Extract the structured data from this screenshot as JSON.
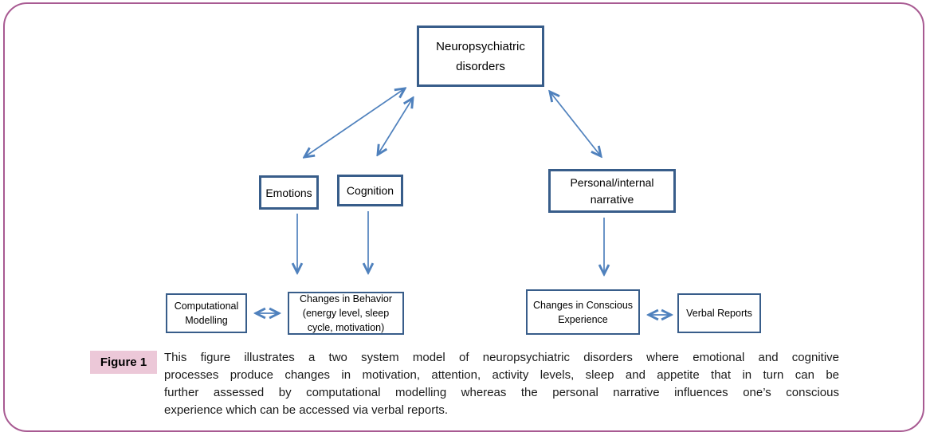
{
  "figure": {
    "label": "Figure 1",
    "caption_lines": [
      "This figure illustrates a two system model of neuropsychiatric disorders where emotional and cognitive",
      "processes produce changes in motivation, attention, activity levels, sleep and appetite that in turn can be",
      "further assessed by computational modelling whereas the personal narrative influences one’s conscious",
      "experience which can be accessed via verbal reports."
    ]
  },
  "diagram": {
    "nodes": {
      "neuropsychiatric": {
        "text": "Neuropsychiatric\ndisorders"
      },
      "emotions": {
        "text": "Emotions"
      },
      "cognition": {
        "text": "Cognition"
      },
      "personal_narrative": {
        "text": "Personal/internal\nnarrative"
      },
      "computational_modelling": {
        "text": "Computational\nModelling"
      },
      "changes_behavior": {
        "text": "Changes in Behavior\n(energy level, sleep\ncycle, motivation)"
      },
      "changes_conscious": {
        "text": "Changes in Conscious\nExperience"
      },
      "verbal_reports": {
        "text": "Verbal Reports"
      }
    },
    "edges": [
      {
        "from": "neuropsychiatric",
        "to": "emotions",
        "bidirectional": true
      },
      {
        "from": "neuropsychiatric",
        "to": "cognition",
        "bidirectional": true
      },
      {
        "from": "neuropsychiatric",
        "to": "personal_narrative",
        "bidirectional": true
      },
      {
        "from": "emotions",
        "to": "changes_behavior",
        "bidirectional": false
      },
      {
        "from": "cognition",
        "to": "changes_behavior",
        "bidirectional": false
      },
      {
        "from": "personal_narrative",
        "to": "changes_conscious",
        "bidirectional": false
      },
      {
        "from": "computational_modelling",
        "to": "changes_behavior",
        "bidirectional": true
      },
      {
        "from": "changes_conscious",
        "to": "verbal_reports",
        "bidirectional": true
      }
    ]
  },
  "colors": {
    "frame_border": "#a85a92",
    "node_border": "#385d8a",
    "arrow": "#4f81bd",
    "figure_label_bg": "#ecc8d8",
    "text": "#1a1a1a"
  }
}
